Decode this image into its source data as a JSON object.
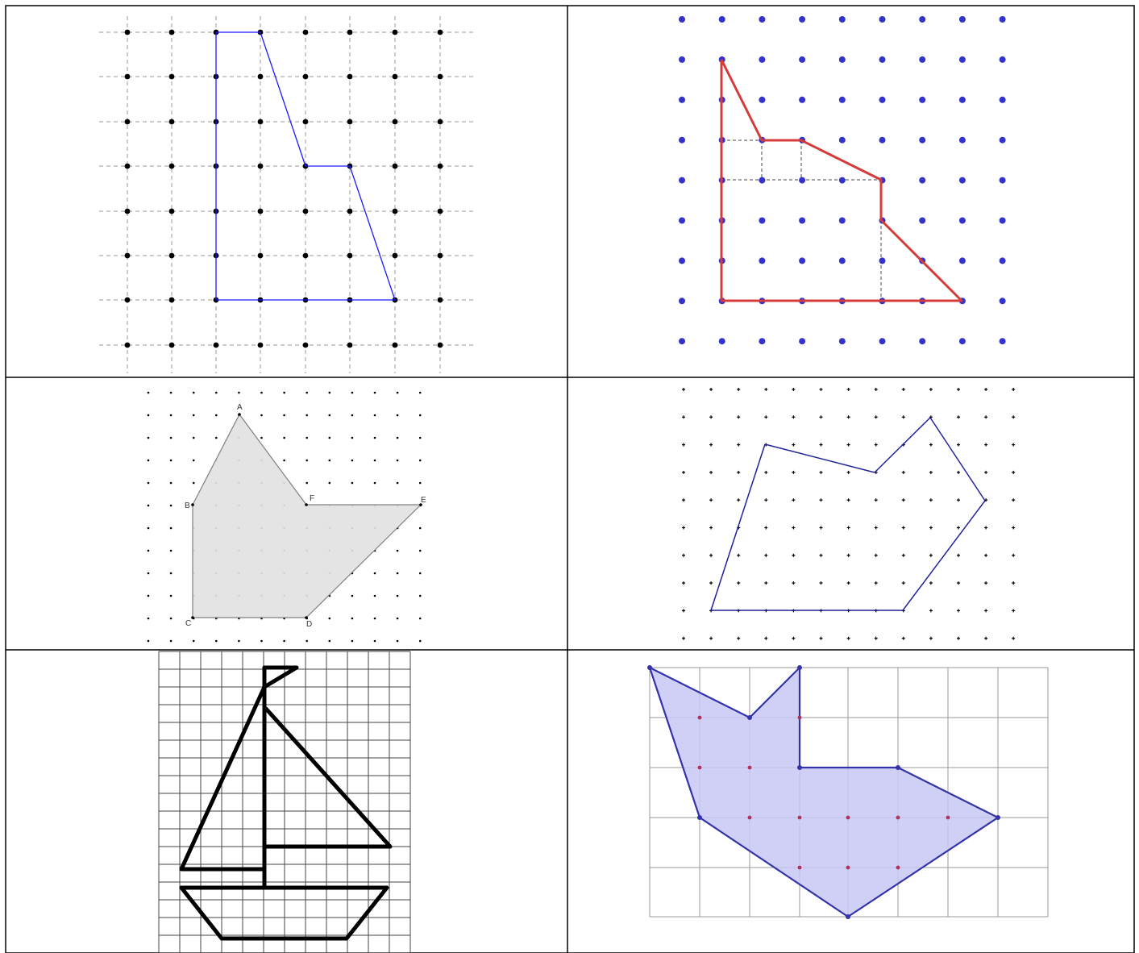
{
  "table": {
    "border_color": "#000000",
    "rows": 3,
    "cols": 2
  },
  "figures": [
    {
      "id": "fig1",
      "kind": "dot-grid-dashed",
      "dot_color": "#000000",
      "stroke": "#1a1aff"
    },
    {
      "id": "fig2",
      "kind": "dot-grid",
      "dot_color": "#3333cc",
      "stroke": "#d43c3c",
      "helper_lines": "dashed"
    },
    {
      "id": "fig3",
      "kind": "dot-grid-labeled",
      "dot_color": "#000000",
      "stroke": "#808080",
      "fill": "#e2e2e2",
      "vertices": [
        {
          "label": "A"
        },
        {
          "label": "F"
        },
        {
          "label": "E"
        },
        {
          "label": "D"
        },
        {
          "label": "C"
        },
        {
          "label": "B"
        }
      ]
    },
    {
      "id": "fig4",
      "kind": "dot-grid-plus",
      "dot_color": "#000000",
      "stroke": "#22229a"
    },
    {
      "id": "fig5",
      "kind": "square-grid",
      "grid_color": "#444444",
      "stroke": "#000000",
      "drawing": "sailboat"
    },
    {
      "id": "fig6",
      "kind": "square-grid",
      "grid_color": "#999999",
      "stroke": "#3333aa",
      "fill": "#c8c8f4",
      "marker_color": "#b03060"
    }
  ]
}
